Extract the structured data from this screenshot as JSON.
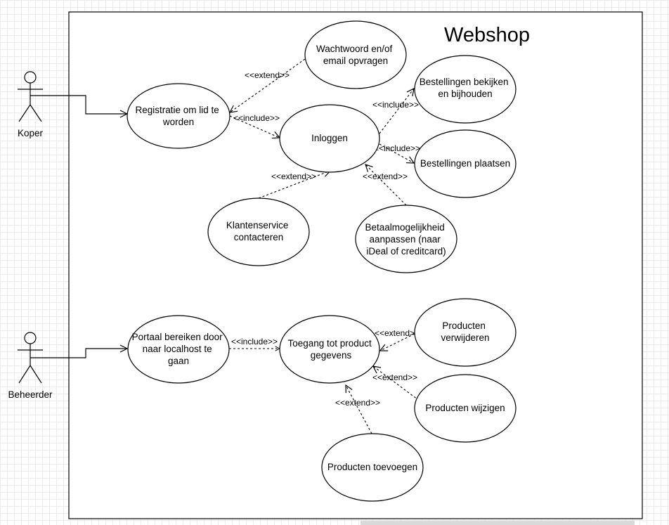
{
  "system": {
    "title": "Webshop"
  },
  "actors": {
    "koper": "Koper",
    "beheerder": "Beheerder"
  },
  "use_cases": {
    "registratie": [
      "Registratie om lid te",
      "worden"
    ],
    "wachtwoord": [
      "Wachtwoord en/of",
      "email opvragen"
    ],
    "inloggen": [
      "Inloggen"
    ],
    "bestellingen_bekijken": [
      "Bestellingen bekijken",
      "en bijhouden"
    ],
    "bestellingen_plaatsen": [
      "Bestellingen plaatsen"
    ],
    "klantenservice": [
      "Klantenservice",
      "contacteren"
    ],
    "betaalmogelijkheid": [
      "Betaalmogelijkheid",
      "aanpassen (naar",
      "iDeal of creditcard)"
    ],
    "portaal": [
      "Portaal bereiken door",
      "naar localhost te",
      "gaan"
    ],
    "toegang": [
      "Toegang tot product",
      "gegevens"
    ],
    "verwijderen": [
      "Producten",
      "verwijderen"
    ],
    "wijzigen": [
      "Producten wijzigen"
    ],
    "toevoegen": [
      "Producten toevoegen"
    ]
  },
  "relations": {
    "extend": "<<extend>>",
    "include": "<<include>>"
  }
}
